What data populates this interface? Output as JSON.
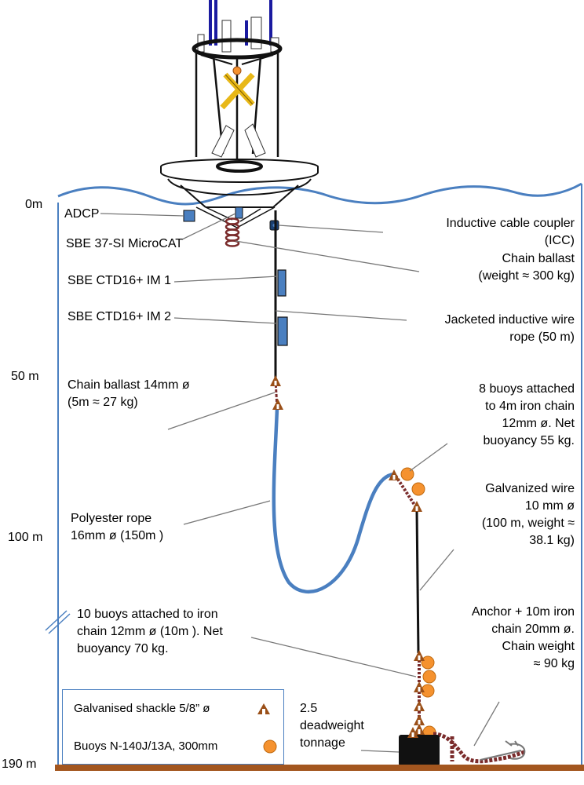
{
  "depth_labels": [
    "0m",
    "50 m",
    "100 m",
    "190 m"
  ],
  "components": {
    "adcp": "ADCP",
    "microcat": "SBE 37-SI MicroCAT",
    "ctd1": "SBE CTD16+ IM 1",
    "ctd2": "SBE CTD16+ IM 2",
    "chain_ballast_small": "Chain ballast 14mm ø\n(5m ≈ 27 kg)",
    "polyester_rope": "Polyester rope\n16mm ø (150m )",
    "buoys_10": "10 buoys attached to iron\nchain 12mm ø (10m ). Net\nbuoyancy  70 kg.",
    "icc": "Inductive cable coupler\n(ICC)",
    "chain_ballast_large": "Chain ballast\n(weight ≈ 300 kg)",
    "jacketed_wire": "Jacketed inductive wire\nrope (50 m)",
    "buoys_8": "8 buoys attached\nto 4m iron chain\n12mm ø. Net\nbuoyancy 55 kg.",
    "galvanized_wire": "Galvanized wire\n10 mm ø\n(100 m, weight ≈\n38.1 kg)",
    "anchor": "Anchor + 10m iron\nchain  20mm ø.\nChain  weight\n≈ 90 kg",
    "deadweight": "2.5\ndeadweight\ntonnage"
  },
  "legend": {
    "shackle": "Galvanised shackle 5/8” ø",
    "buoys": "Buoys N-140J/13A, 300mm"
  },
  "colors": {
    "water_line": "#4a7fc0",
    "rope": "#4a7fc0",
    "instrument": "#4a7fc0",
    "shackle": "#9a4f18",
    "buoy": "#f5922f",
    "seabed": "#a3561f",
    "chain": "#7a2b2b",
    "buoy_float": "#e8b818",
    "mast": "#1a1aa0"
  }
}
